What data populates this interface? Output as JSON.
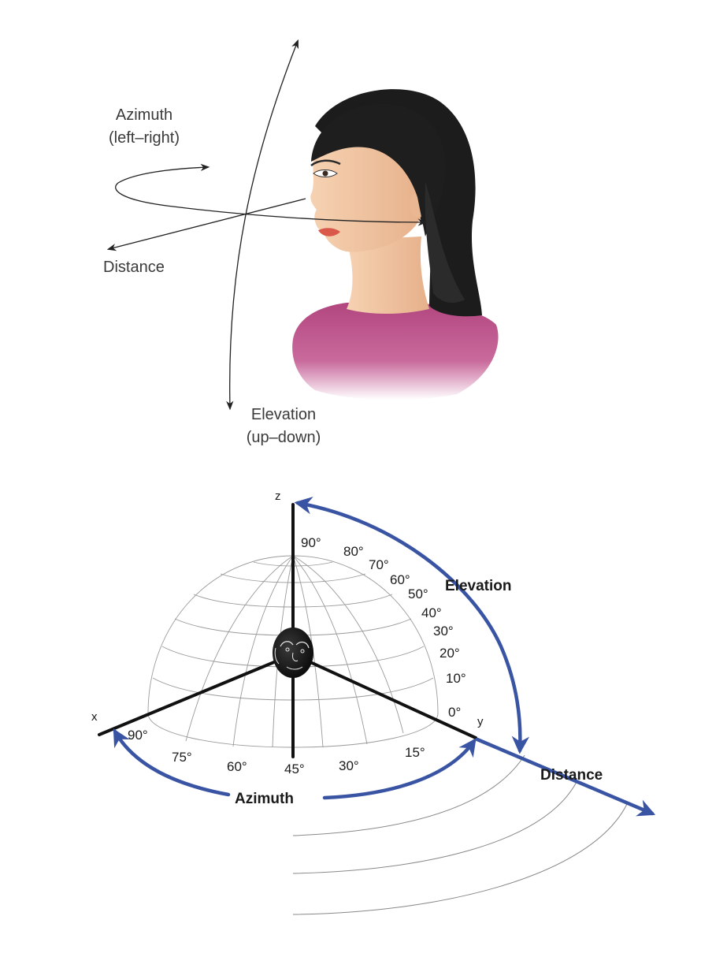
{
  "top_figure": {
    "azimuth_label": "Azimuth",
    "azimuth_sub": "(left–right)",
    "distance_label": "Distance",
    "elevation_label": "Elevation",
    "elevation_sub": "(up–down)"
  },
  "bottom_figure": {
    "axis_z": "z",
    "axis_x": "x",
    "axis_y": "y",
    "elevation_label": "Elevation",
    "azimuth_label": "Azimuth",
    "distance_label": "Distance",
    "elevation_ticks": [
      "90°",
      "80°",
      "70°",
      "60°",
      "50°",
      "40°",
      "30°",
      "20°",
      "10°",
      "0°"
    ],
    "azimuth_ticks": [
      "90°",
      "75°",
      "60°",
      "45°",
      "30°",
      "15°"
    ]
  },
  "colors": {
    "arrow_blue": "#3a54a4",
    "skin": "#f3c9a4",
    "hair": "#1c1c1c",
    "shirt": "#b2467f"
  }
}
